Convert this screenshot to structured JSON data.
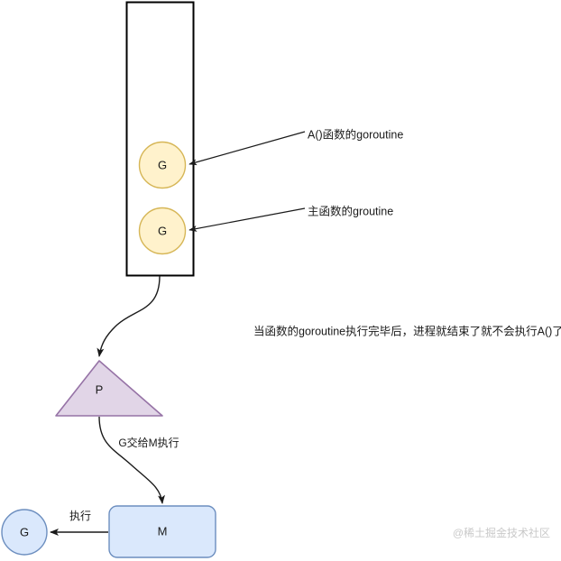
{
  "diagram": {
    "title": "Go goroutine GPM scheduling diagram",
    "colors": {
      "goroutine_fill": "#fff2cc",
      "goroutine_stroke": "#d6b656",
      "processor_fill": "#e1d5e7",
      "processor_stroke": "#9673a6",
      "machine_fill": "#dae8fc",
      "machine_stroke": "#6c8ebf",
      "container_stroke": "#000000",
      "edge_stroke": "#1a1a1a",
      "text": "#1a1a1a",
      "watermark": "#c9c9c9"
    },
    "container": {
      "name": "goroutine-queue-container",
      "label": ""
    },
    "nodes": {
      "goroutine_a": {
        "label": "G"
      },
      "goroutine_main": {
        "label": "G"
      },
      "processor": {
        "label": "P"
      },
      "machine": {
        "label": "M"
      },
      "goroutine_running": {
        "label": "G"
      }
    },
    "annotations": {
      "goroutine_a_note": "A()函数的goroutine",
      "goroutine_main_note": "主函数的groutine",
      "process_end_note": "当函数的goroutine执行完毕后，进程就结束了就不会执行A()了"
    },
    "edges": {
      "queue_to_processor": "",
      "processor_to_machine": "G交给M执行",
      "machine_to_goroutine": "执行"
    },
    "watermark": "@稀土掘金技术社区"
  }
}
